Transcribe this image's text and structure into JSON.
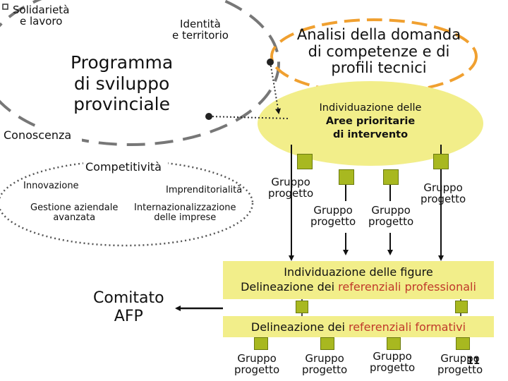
{
  "top_left": {
    "solidarieta": "Solidarietà\ne lavoro",
    "identita": "Identità\ne territorio",
    "programma": "Programma\ndi sviluppo\nprovinciale",
    "conoscenza": "Conoscenza"
  },
  "analisi": "Analisi della domanda\ndi competenze e di\nprofili tecnici",
  "aree": {
    "line1": "Individuazione delle",
    "line2": "Aree prioritarie",
    "line3": "di intervento"
  },
  "competitivita": {
    "title": "Competitività",
    "innovazione": "Innovazione",
    "imprenditorialita": "Imprenditorialità",
    "gestione": "Gestione aziendale\navanzata",
    "internazionalizzazione": "Internazionalizzazione\ndelle imprese"
  },
  "comitato": "Comitato\nAFP",
  "gruppi_top": {
    "g1": "Gruppo\nprogetto",
    "g2": "Gruppo\nprogetto",
    "g3": "Gruppo\nprogetto",
    "g4": "Gruppo\nprogetto"
  },
  "figure": {
    "line1": "Individuazione delle figure",
    "line2_prefix": "Delineazione dei ",
    "line2_highlight": "referenziali professionali"
  },
  "formativi": {
    "prefix": "Delineazione dei ",
    "highlight": "referenziali formativi"
  },
  "gruppi_bottom": [
    "Gruppo\nprogetto",
    "Gruppo\nprogetto",
    "Gruppo\nprogetto",
    "Gruppo\nprogetto"
  ],
  "page_number": "11",
  "colors": {
    "yellow": "#f2ee8a",
    "green_square": "#a8b820",
    "orange_dash": "#f0a030",
    "highlight_red": "#c0392b"
  }
}
